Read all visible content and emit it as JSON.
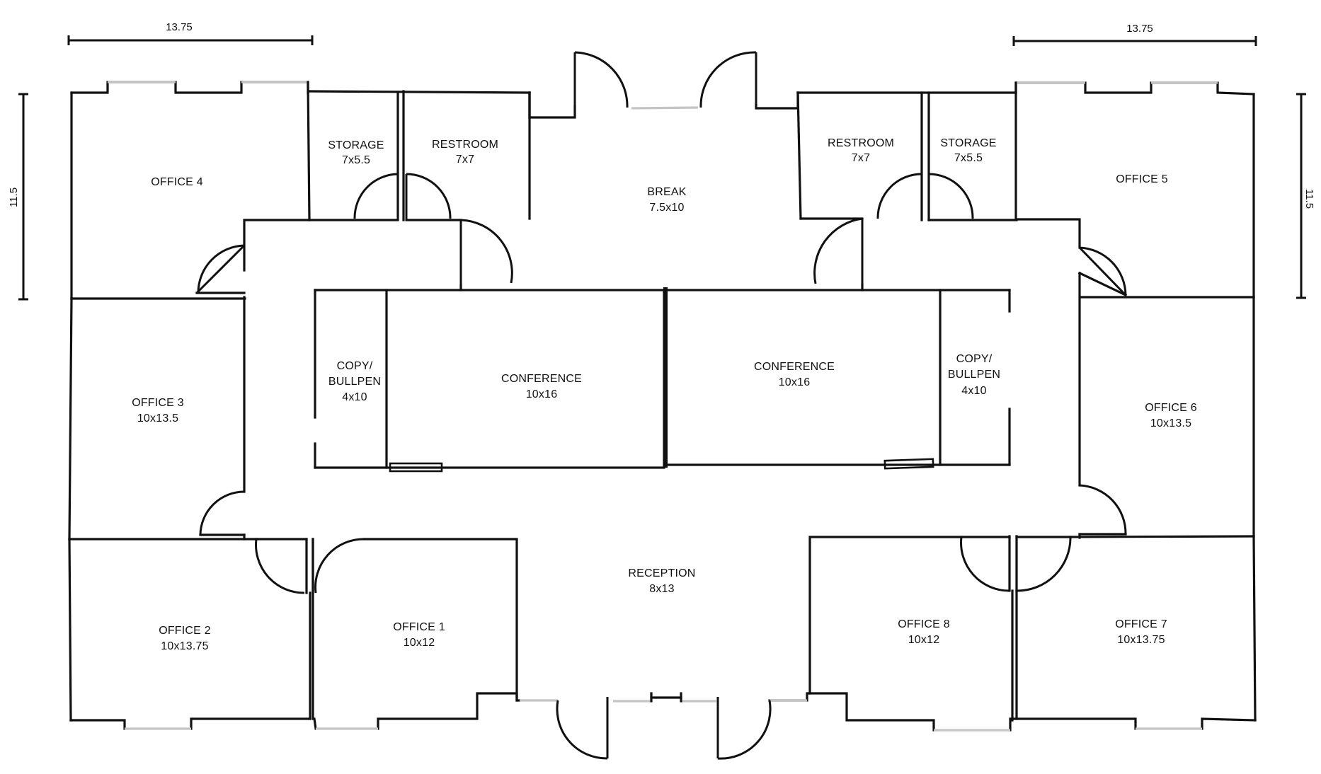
{
  "rooms": {
    "office4": {
      "name": "OFFICE 4",
      "size": ""
    },
    "storage_left": {
      "name": "STORAGE",
      "size": "7x5.5"
    },
    "restroom_left": {
      "name": "RESTROOM",
      "size": "7x7"
    },
    "break": {
      "name": "BREAK",
      "size": "7.5x10"
    },
    "restroom_right": {
      "name": "RESTROOM",
      "size": "7x7"
    },
    "storage_right": {
      "name": "STORAGE",
      "size": "7x5.5"
    },
    "office5": {
      "name": "OFFICE 5",
      "size": ""
    },
    "office3": {
      "name": "OFFICE 3",
      "size": "10x13.5"
    },
    "copy_left": {
      "name_line1": "COPY/",
      "name_line2": "BULLPEN",
      "size": "4x10"
    },
    "conference_left": {
      "name": "CONFERENCE",
      "size": "10x16"
    },
    "conference_right": {
      "name": "CONFERENCE",
      "size": "10x16"
    },
    "copy_right": {
      "name_line1": "COPY/",
      "name_line2": "BULLPEN",
      "size": "4x10"
    },
    "office6": {
      "name": "OFFICE 6",
      "size": "10x13.5"
    },
    "reception": {
      "name": "RECEPTION",
      "size": "8x13"
    },
    "office2": {
      "name": "OFFICE 2",
      "size": "10x13.75"
    },
    "office1": {
      "name": "OFFICE 1",
      "size": "10x12"
    },
    "office8": {
      "name": "OFFICE 8",
      "size": "10x12"
    },
    "office7": {
      "name": "OFFICE 7",
      "size": "10x13.75"
    }
  },
  "dimensions": {
    "top_left_width": "13.75",
    "top_right_width": "13.75",
    "left_height": "11.5",
    "right_height": "11.5"
  },
  "colors": {
    "walls": "#111111",
    "windows": "#c4c4c4",
    "background": "#ffffff"
  }
}
